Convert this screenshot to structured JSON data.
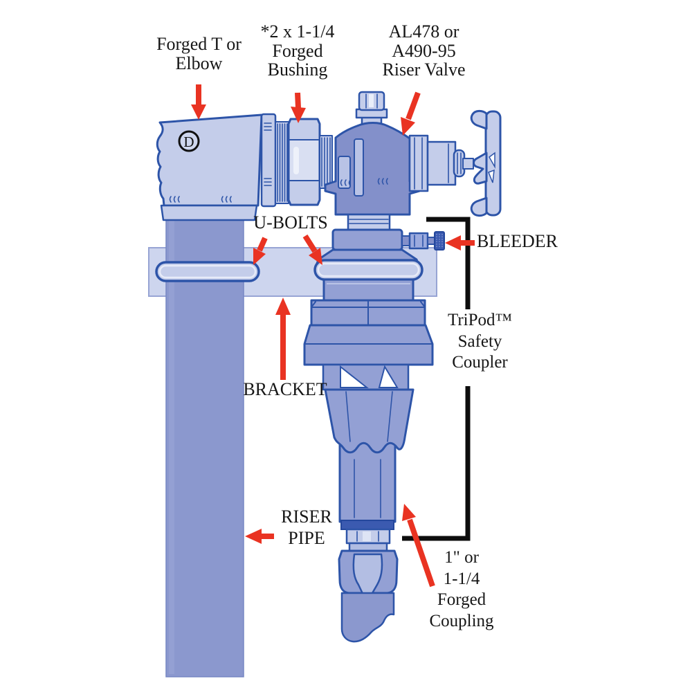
{
  "title": "Riser valve installation diagram",
  "colors": {
    "outline": "#2d54a8",
    "light_fill": "#c4cdea",
    "bracket_fill": "#cdd5ee",
    "mid_fill": "#93a0d4",
    "pipe_fill": "#8b98ce",
    "valve_fill": "#8390ca",
    "band_dark": "#3b5ab0",
    "arrow_red": "#e93322",
    "line_black": "#0d0d0d",
    "text_black": "#161616"
  },
  "labels": {
    "forged_t": "Forged T or\nElbow",
    "bushing": "*2 x 1-1/4\nForged\nBushing",
    "riser_valve": "AL478 or\nA490-95\nRiser Valve",
    "u_bolts": "U-BOLTS",
    "bleeder": "BLEEDER",
    "tripod": "TriPod™\nSafety\nCoupler",
    "bracket": "BRACKET",
    "riser_pipe": "RISER\nPIPE",
    "coupling": "1\" or\n1-1/4\nForged\nCoupling",
    "d_marker": "D"
  }
}
